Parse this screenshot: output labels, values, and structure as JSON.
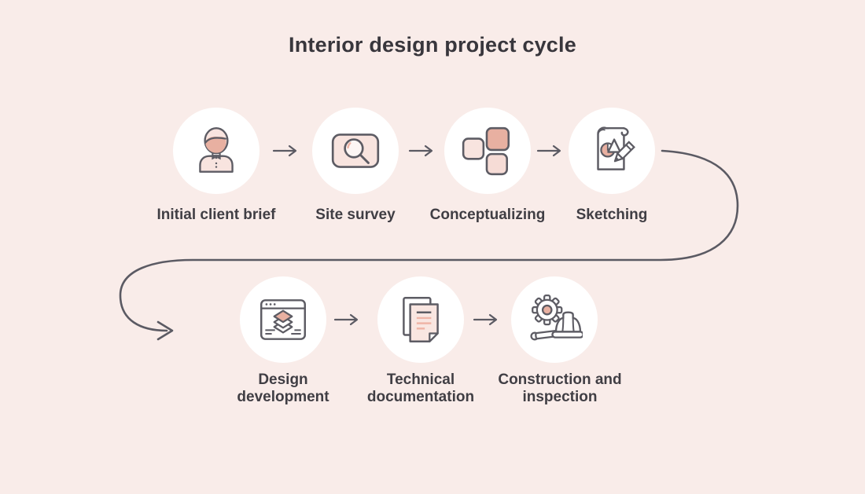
{
  "title": "Interior design project cycle",
  "steps": [
    {
      "label": "Initial client brief",
      "icon": "person-icon"
    },
    {
      "label": "Site survey",
      "icon": "magnifier-card-icon"
    },
    {
      "label": "Conceptualizing",
      "icon": "blocks-icon"
    },
    {
      "label": "Sketching",
      "icon": "scroll-pencil-icon"
    },
    {
      "label": "Design development",
      "icon": "browser-layers-icon"
    },
    {
      "label": "Technical documentation",
      "icon": "documents-icon"
    },
    {
      "label": "Construction and inspection",
      "icon": "gear-helmet-icon"
    }
  ],
  "flow_arrow_glyph": "→",
  "colors": {
    "background": "#f9ece9",
    "circle_fill": "#ffffff",
    "outline": "#5d5c64",
    "text": "#403e44",
    "salmon": "#e8b0a1",
    "light_pink": "#f8e4df",
    "lighter_pink": "#f6dcd6",
    "pink_line": "#efb5a7"
  }
}
